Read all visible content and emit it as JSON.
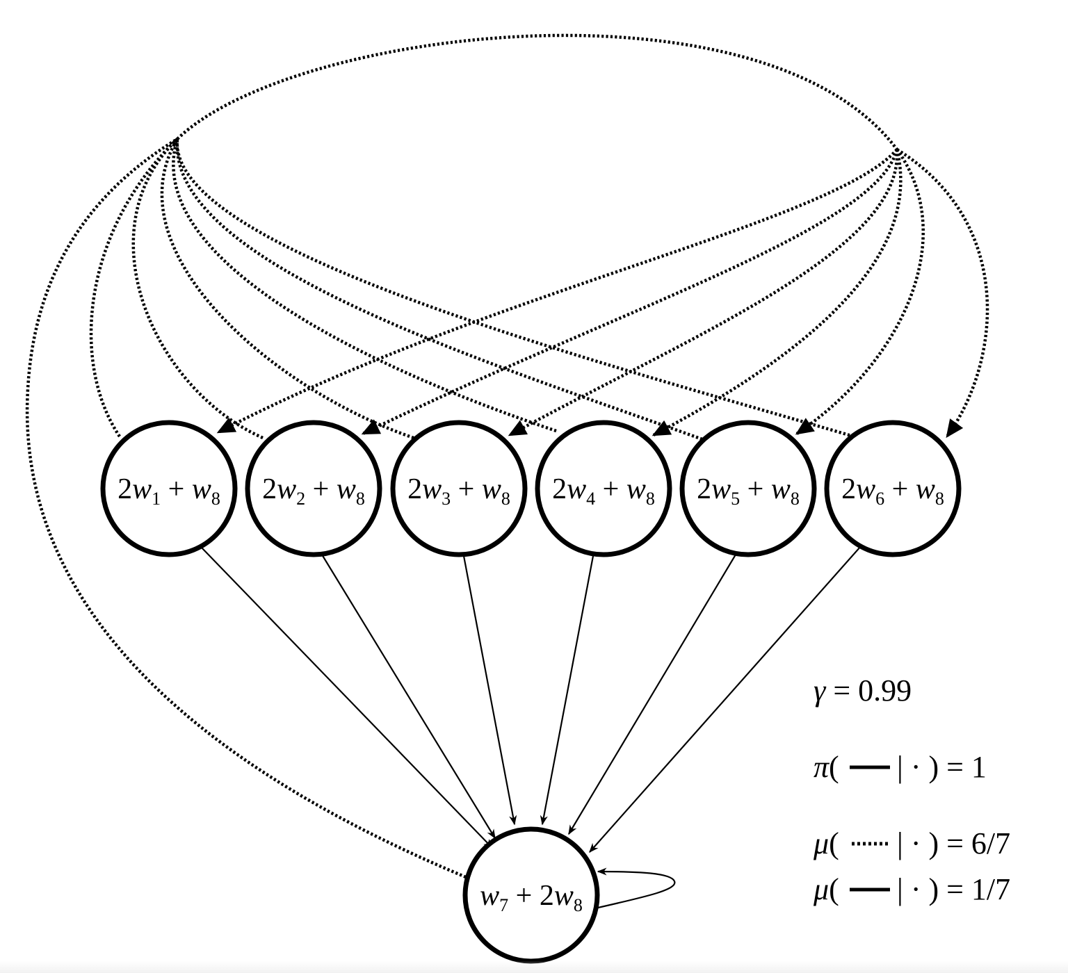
{
  "nodes": [
    {
      "coef": "2",
      "var": "w",
      "sub": "1",
      "op": "+",
      "var2": "w",
      "sub2": "8"
    },
    {
      "coef": "2",
      "var": "w",
      "sub": "2",
      "op": "+",
      "var2": "w",
      "sub2": "8"
    },
    {
      "coef": "2",
      "var": "w",
      "sub": "3",
      "op": "+",
      "var2": "w",
      "sub2": "8"
    },
    {
      "coef": "2",
      "var": "w",
      "sub": "4",
      "op": "+",
      "var2": "w",
      "sub2": "8"
    },
    {
      "coef": "2",
      "var": "w",
      "sub": "5",
      "op": "+",
      "var2": "w",
      "sub2": "8"
    },
    {
      "coef": "2",
      "var": "w",
      "sub": "6",
      "op": "+",
      "var2": "w",
      "sub2": "8"
    }
  ],
  "bottom_node": {
    "var": "w",
    "sub": "7",
    "op": "+",
    "coef2": "2",
    "var2": "w",
    "sub2": "8"
  },
  "legend": {
    "gamma": {
      "symbol": "γ",
      "rest": " = 0.99"
    },
    "pi": {
      "symbol": "π",
      "open": "(",
      "bar": "|",
      "dot": "·",
      "rest": ") = 1"
    },
    "mu_dotted": {
      "symbol": "μ",
      "open": "(",
      "bar": "|",
      "dot": "·",
      "rest": ") = 6/7"
    },
    "mu_solid": {
      "symbol": "μ",
      "open": "(",
      "bar": "|",
      "dot": "·",
      "rest": ") = 1/7"
    }
  }
}
